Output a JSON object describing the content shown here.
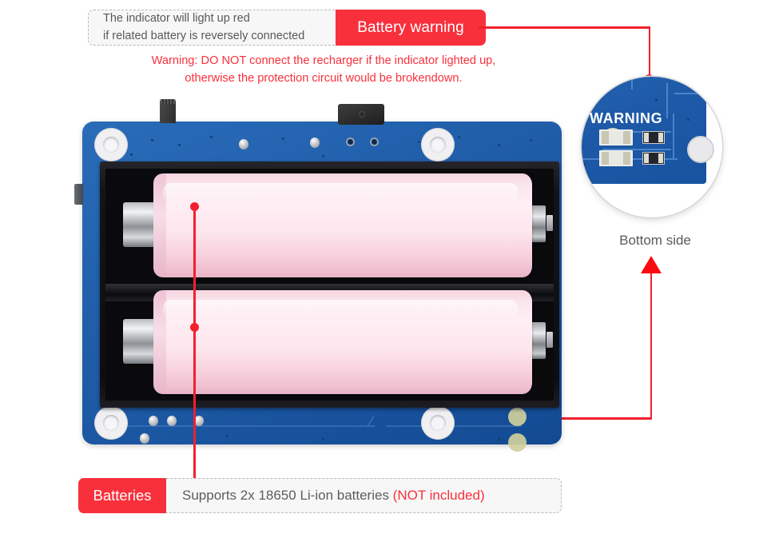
{
  "top_callout": {
    "text_line1": "The indicator will light up red",
    "text_line2": "if related battery is reversely connected",
    "tag_label": "Battery warning"
  },
  "warning_note": {
    "line1": "Warning: DO NOT connect the recharger if the indicator lighted up,",
    "line2": "otherwise the protection circuit would be brokendown."
  },
  "bottom_callout": {
    "tag_label": "Batteries",
    "text_main": "Supports 2x 18650 Li-ion batteries ",
    "text_accent": "(NOT included)"
  },
  "magnifier": {
    "silkscreen_label": "WARNING",
    "caption": "Bottom side"
  },
  "colors": {
    "accent_red": "#f8303c",
    "arrow_red": "#fb0a12",
    "line_red": "#f2202e",
    "pcb_blue": "#1e5aa8",
    "battery_pink": "#fbe6ee",
    "box_fill": "#f7f7f7",
    "box_border": "#b9b9b9",
    "body_text": "#595959"
  }
}
